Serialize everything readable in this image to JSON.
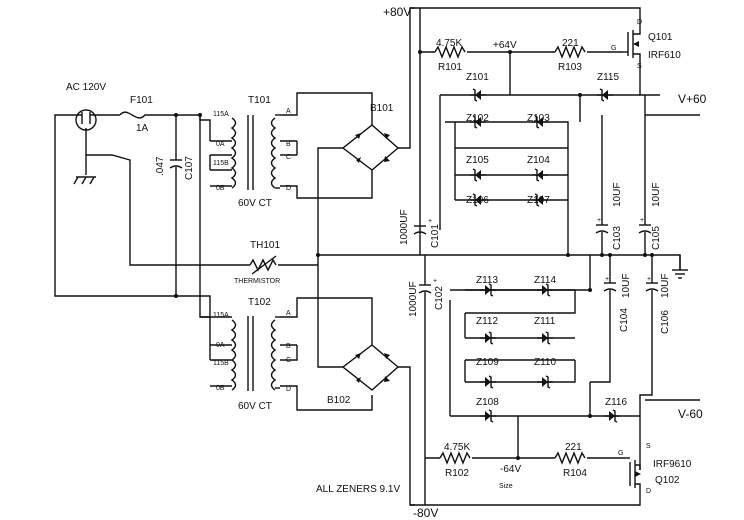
{
  "rails": {
    "pos": "+80V",
    "neg": "-80V",
    "out_pos": "V+60",
    "out_neg": "V-60",
    "mid_pos": "+64V",
    "mid_neg": "-64V"
  },
  "input": {
    "ac_label": "AC 120V",
    "fuse_ref": "F101",
    "fuse_value": "1A",
    "cap_value": ".047",
    "cap_ref": "C107"
  },
  "transformers": [
    {
      "ref": "T101",
      "rating": "60V CT",
      "pins": [
        "115A",
        "0A",
        "115B",
        "0B",
        "A",
        "B",
        "C",
        "D"
      ]
    },
    {
      "ref": "T102",
      "rating": "60V CT",
      "pins": [
        "115A",
        "0A",
        "115B",
        "0B",
        "A",
        "B",
        "C",
        "D"
      ]
    }
  ],
  "thermistor": {
    "ref": "TH101",
    "label": "THERMISTOR"
  },
  "bridges": [
    "B101",
    "B102"
  ],
  "resistors": [
    {
      "ref": "R101",
      "value": "4.75K"
    },
    {
      "ref": "R103",
      "value": "221"
    },
    {
      "ref": "R102",
      "value": "4.75K"
    },
    {
      "ref": "R104",
      "value": "221"
    }
  ],
  "mosfets": [
    {
      "ref": "Q101",
      "part": "IRF610",
      "pins": [
        "D",
        "G",
        "S"
      ]
    },
    {
      "ref": "Q102",
      "part": "IRF9610",
      "pins": [
        "S",
        "G",
        "D"
      ]
    }
  ],
  "zeners": [
    "Z101",
    "Z102",
    "Z103",
    "Z104",
    "Z105",
    "Z106",
    "Z107",
    "Z108",
    "Z109",
    "Z110",
    "Z111",
    "Z112",
    "Z113",
    "Z114",
    "Z115",
    "Z116"
  ],
  "capacitors": [
    {
      "ref": "C101",
      "value": "1000UF"
    },
    {
      "ref": "C102",
      "value": "1000UF"
    },
    {
      "ref": "C103",
      "value": "10UF"
    },
    {
      "ref": "C104",
      "value": "10UF"
    },
    {
      "ref": "C105",
      "value": "10UF"
    },
    {
      "ref": "C106",
      "value": "10UF"
    }
  ],
  "plus_sign": "+",
  "notes": {
    "zeners": "ALL ZENERS 9.1V",
    "size": "Size"
  }
}
